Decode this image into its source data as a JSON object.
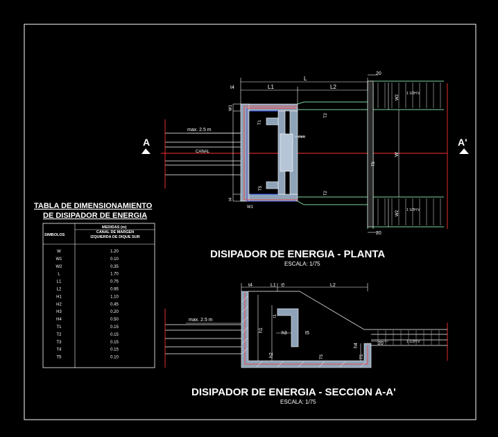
{
  "colors": {
    "background": "#000000",
    "frame": "#ffffff",
    "wall_fill": "#8fa3b8",
    "wall_edge": "#ffffff",
    "water": "#7ed6a2",
    "rebar_red": "#ff3030",
    "rebar_blue": "#3a5bff",
    "dim": "#ffffff",
    "axis": "#ff3030",
    "hatch": "#c8c8c8"
  },
  "plan": {
    "title": "DISIPADOR DE ENERGIA - PLANTA",
    "scale": "ESCALA: 1/75",
    "section_left": "A",
    "section_right": "A'",
    "canal_label": "CANAL",
    "max_label": "max. 2.5 m",
    "mm_label": "mm",
    "dims": {
      "L": "L",
      "L1": "L1",
      "L2": "L2",
      "t4": "t4",
      "W1": "W1",
      "T1": "T1",
      "T5": "T5",
      "W": "W",
      "W2": "W2",
      "T4": "T4",
      "T2": "T2",
      "d20": "20",
      "slope": "1 1/2H:V"
    }
  },
  "section": {
    "title": "DISIPADOR DE ENERGIA - SECCION A-A'",
    "scale": "ESCALA: 1/75",
    "max_label": "max. 2.5 m",
    "dims": {
      "t4": "t4",
      "L1": "L1",
      "t5": "t5",
      "L2": "L2",
      "t1": "t1",
      "h1": "h1",
      "h3": "h3",
      "t5b": "t5",
      "h2": "h2",
      "T5": "T5",
      "h4": "h4",
      "d20": "20",
      "slope": "1 1/2H:V"
    }
  },
  "table": {
    "title1": "TABLA DE DIMENSIONAMIENTO",
    "title2": "DE DISIPADOR DE ENERGIA",
    "col_symbol": "SIMBOLOS",
    "col_measure": "MEDIDAS (m)",
    "col_sub": "CANAL DE MARGEN IZQUIERDA DE DIQUE SUR",
    "rows": [
      {
        "symbol": "W",
        "value": "1.20"
      },
      {
        "symbol": "W1",
        "value": "0.10"
      },
      {
        "symbol": "W2",
        "value": "0.35"
      },
      {
        "symbol": "L",
        "value": "1.70"
      },
      {
        "symbol": "L1",
        "value": "0.75"
      },
      {
        "symbol": "L2",
        "value": "0.95"
      },
      {
        "symbol": "H1",
        "value": "1.10"
      },
      {
        "symbol": "H2",
        "value": "0.45"
      },
      {
        "symbol": "H3",
        "value": "0.20"
      },
      {
        "symbol": "H4",
        "value": "0.50"
      },
      {
        "symbol": "T1",
        "value": "0.15"
      },
      {
        "symbol": "T2",
        "value": "0.15"
      },
      {
        "symbol": "T3",
        "value": "0.15"
      },
      {
        "symbol": "T4",
        "value": "0.15"
      },
      {
        "symbol": "T5",
        "value": "0.10"
      }
    ]
  }
}
